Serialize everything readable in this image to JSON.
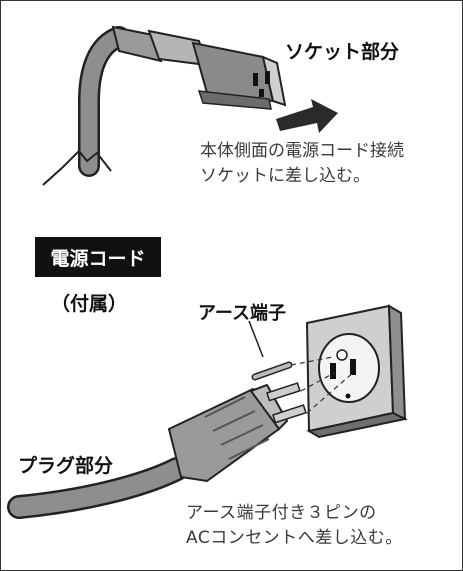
{
  "socket_part": {
    "label": "ソケット部分",
    "description_line1": "本体側面の電源コード接続",
    "description_line2": "ソケットに差し込む。"
  },
  "power_cord": {
    "badge": "電源コード",
    "note": "（付属）"
  },
  "earth_terminal": {
    "label": "アース端子"
  },
  "plug_part": {
    "label": "プラグ部分",
    "description_line1": "アース端子付き３ピンの",
    "description_line2": "ACコンセントへ差し込む。"
  },
  "colors": {
    "border": "#333333",
    "badge_background": "#111111",
    "badge_text": "#ffffff",
    "illustration_fill": "#8a8a8a",
    "illustration_stroke": "#222222"
  },
  "icons": [
    "power-cord-socket-icon",
    "insert-arrow-icon",
    "wall-outlet-icon",
    "three-pin-plug-icon"
  ]
}
